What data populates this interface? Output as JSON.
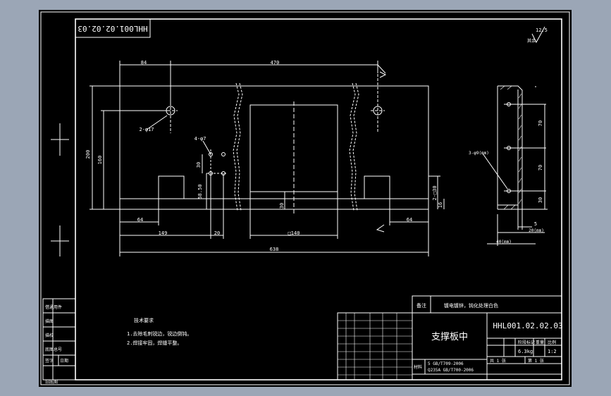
{
  "drawing": {
    "mirrored_code": "HHL001.02.02.03",
    "roughness": "12.5",
    "roughness_note": "其余",
    "front_view": {
      "dims": {
        "top_84": "84",
        "top_470": "470",
        "height_200": "200",
        "height_160": "160",
        "hole_2phi17": "2-φ17",
        "hole_4phi7": "4-φ7",
        "d30_a": "30",
        "d58_50": "58.50",
        "d30_b": "30",
        "d2x30": "2-□30",
        "d16": "16",
        "bottom_64_left": "64",
        "bottom_64_right": "64",
        "d149": "149",
        "d20": "20",
        "d140": "□140",
        "total_638": "638"
      }
    },
    "side_view": {
      "dims": {
        "hole_3phi9": "3-φ9(mm)",
        "d70_top": "70",
        "d70_mid": "70",
        "d30": "30",
        "d5": "5",
        "d20mm": "20(mm)",
        "d40mm": "40(mm)"
      }
    },
    "notes": {
      "title": "技术要求",
      "line1": "1.去除毛刺锐边，锐边倒钝。",
      "line2": "2.焊接牢固，焊缝平整。"
    },
    "title_block": {
      "remark_label": "备注",
      "remark_text": "镀电镀锌，钝化处理白色",
      "part_name": "支撑板中",
      "drawing_no": "HHL001.02.02.03",
      "weight": "6.3kg",
      "scale": "1:2",
      "sheet_info": "共 1 张",
      "material_label": "材料",
      "material_line1": "5     GB/T709-2006",
      "material_line2": "Q235A GB/T700-2006",
      "stage_label": "阶段标记",
      "weight_label": "重量",
      "scale_label": "比例",
      "sheet_label": "第 1 张"
    },
    "left_stamps": {
      "s1": "借通用件",
      "s2": "描图",
      "s3": "描校",
      "s4": "底图总号",
      "s5": "签字",
      "s6": "日期",
      "s7": "旧底图"
    }
  }
}
